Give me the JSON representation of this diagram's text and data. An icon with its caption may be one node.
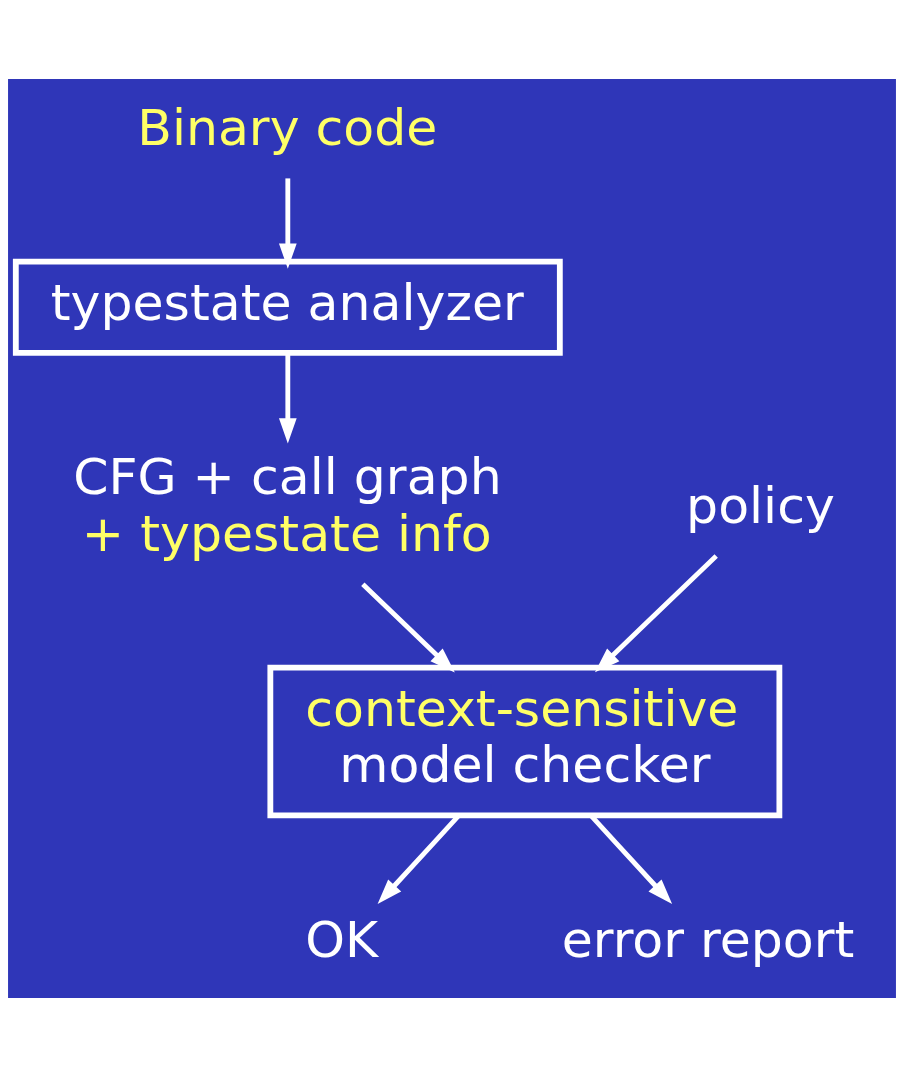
{
  "diagram": {
    "nodes": [
      {
        "text": [
          "Binary code"
        ]
      },
      {
        "text": [
          "typestate analyzer"
        ]
      },
      {
        "text": [
          "CFG + call graph",
          "+ typestate info"
        ]
      },
      {
        "text": [
          "policy"
        ]
      },
      {
        "text": [
          "context-sensitive",
          "model checker"
        ]
      },
      {
        "text": [
          "OK"
        ]
      },
      {
        "text": [
          "error report"
        ]
      }
    ],
    "edges": [
      {
        "from": 0,
        "to": 1,
        "arrow": "to"
      },
      {
        "from": 1,
        "to": 2,
        "arrow": "to"
      },
      {
        "from": 2,
        "to": 4,
        "arrow": "to"
      },
      {
        "from": 3,
        "to": 4,
        "arrow": "to"
      },
      {
        "from": 4,
        "to": 5,
        "arrow": "to"
      },
      {
        "from": 4,
        "to": 6,
        "arrow": "to"
      }
    ]
  }
}
